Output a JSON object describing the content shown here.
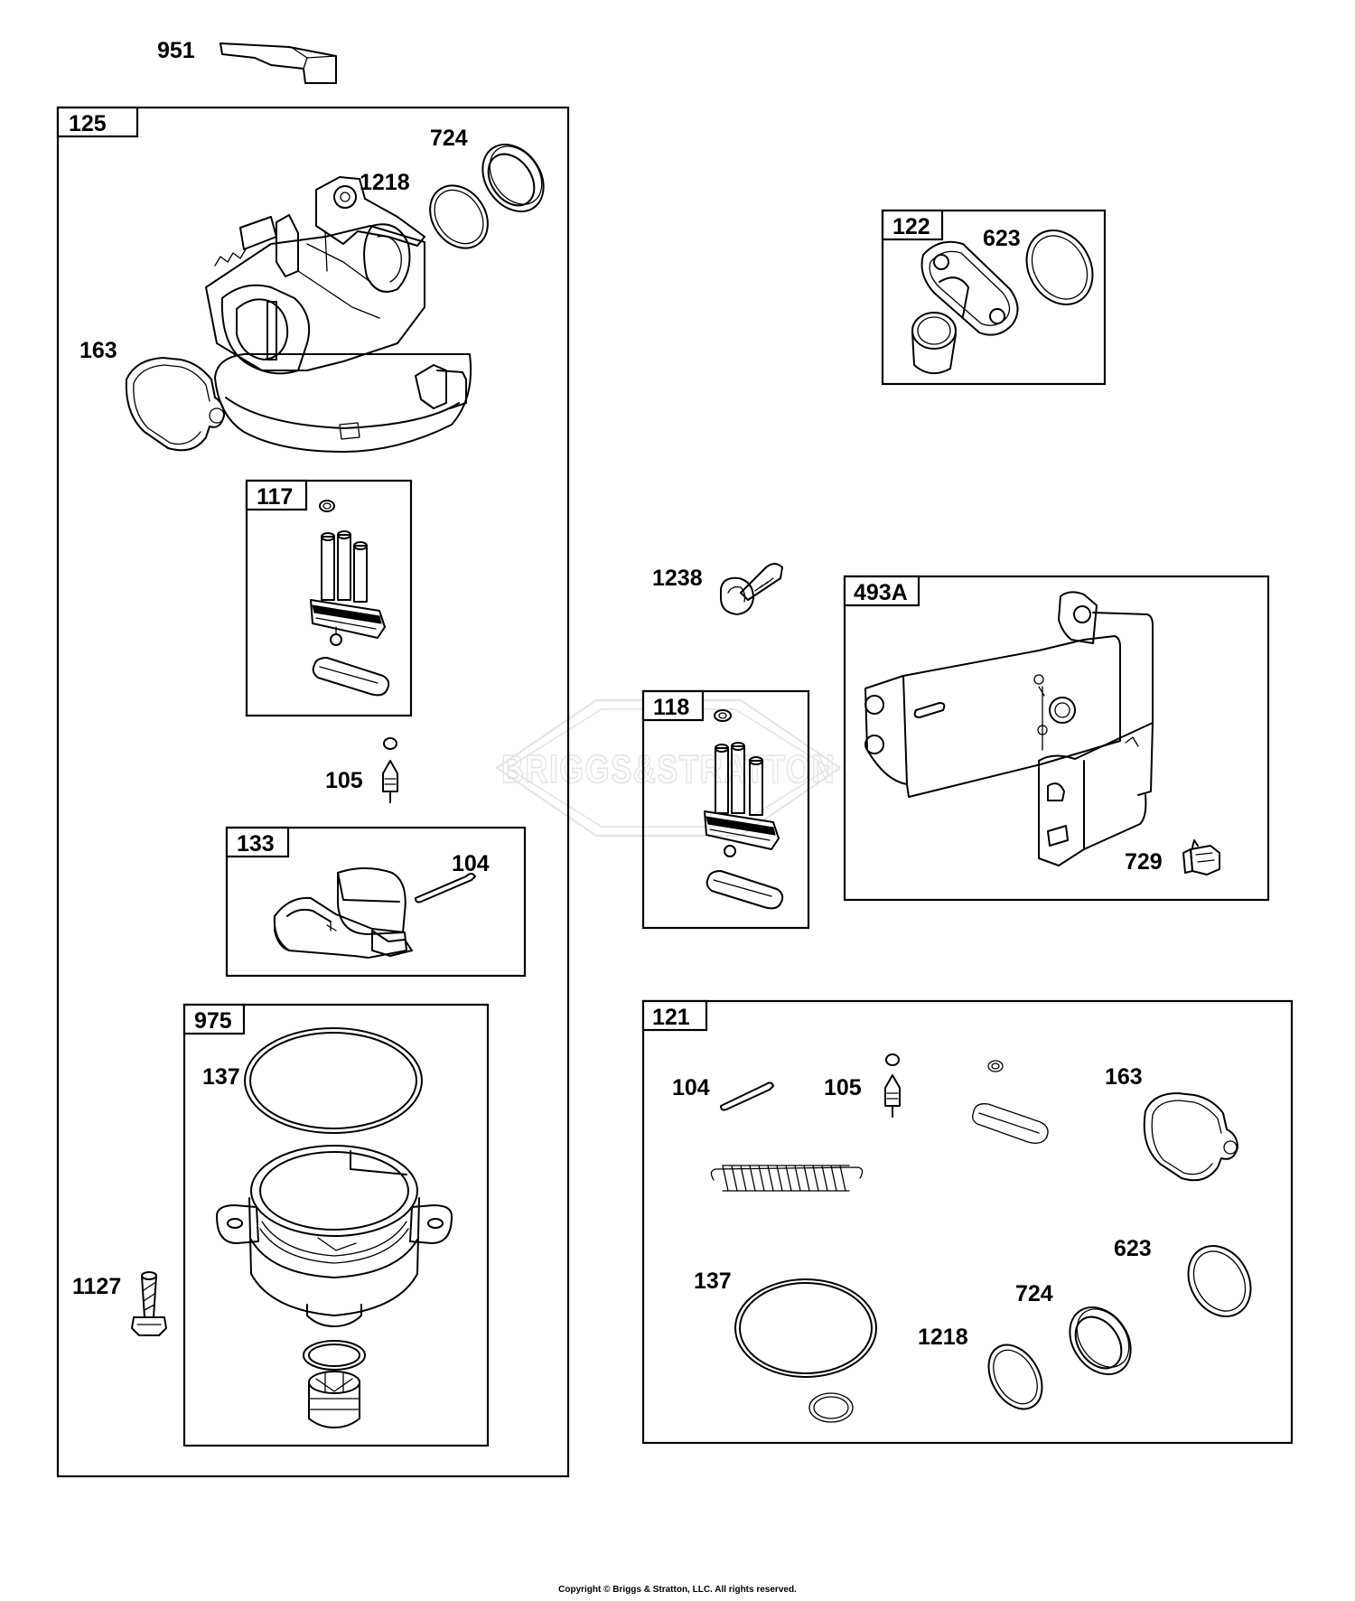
{
  "watermark": "BRIGGS&STRATTON",
  "copyright": "Copyright © Briggs & Stratton, LLC. All rights reserved.",
  "groups": {
    "g125": "125",
    "g117": "117",
    "g133": "133",
    "g975": "975",
    "g122": "122",
    "g493a": "493A",
    "g118": "118",
    "g121": "121"
  },
  "parts": {
    "p951": "951",
    "p724a": "724",
    "p1218a": "1218",
    "p163a": "163",
    "p105a": "105",
    "p104a": "104",
    "p137a": "137",
    "p1127": "1127",
    "p623a": "623",
    "p1238": "1238",
    "p729": "729",
    "p104b": "104",
    "p105b": "105",
    "p163b": "163",
    "p137b": "137",
    "p623b": "623",
    "p724b": "724",
    "p1218b": "1218"
  }
}
